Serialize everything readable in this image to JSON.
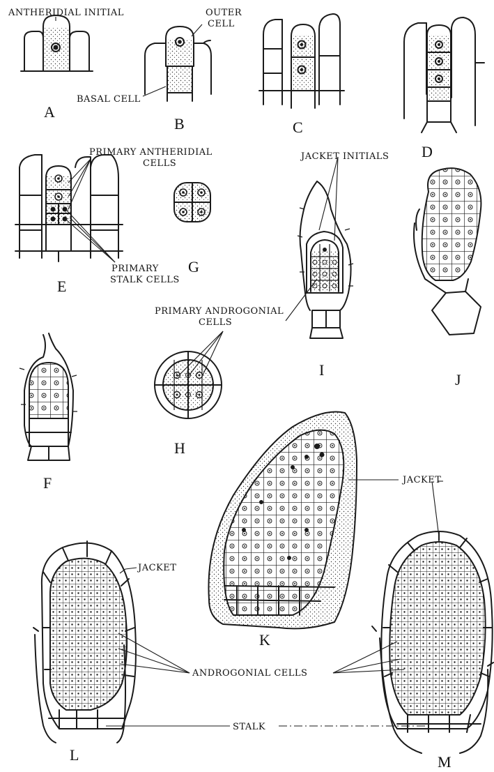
{
  "figure_letters": [
    "A",
    "B",
    "C",
    "D",
    "E",
    "F",
    "G",
    "H",
    "I",
    "J",
    "K",
    "L",
    "M"
  ],
  "labels": {
    "antheridial_initial": "ANTHERIDIAL INITIAL",
    "outer_cell_1": "OUTER",
    "outer_cell_2": "CELL",
    "basal_cell": "BASAL CELL",
    "primary_antheridial_1": "PRIMARY ANTHERIDIAL",
    "primary_antheridial_2": "CELLS",
    "primary_stalk_1": "PRIMARY",
    "primary_stalk_2": "STALK CELLS",
    "jacket_initials": "JACKET INITIALS",
    "primary_androgonial_1": "PRIMARY ANDROGONIAL",
    "primary_androgonial_2": "CELLS",
    "jacket_k": "JACKET",
    "jacket_l": "JACKET",
    "androgonial_cells": "ANDROGONIAL CELLS",
    "stalk": "STALK"
  }
}
